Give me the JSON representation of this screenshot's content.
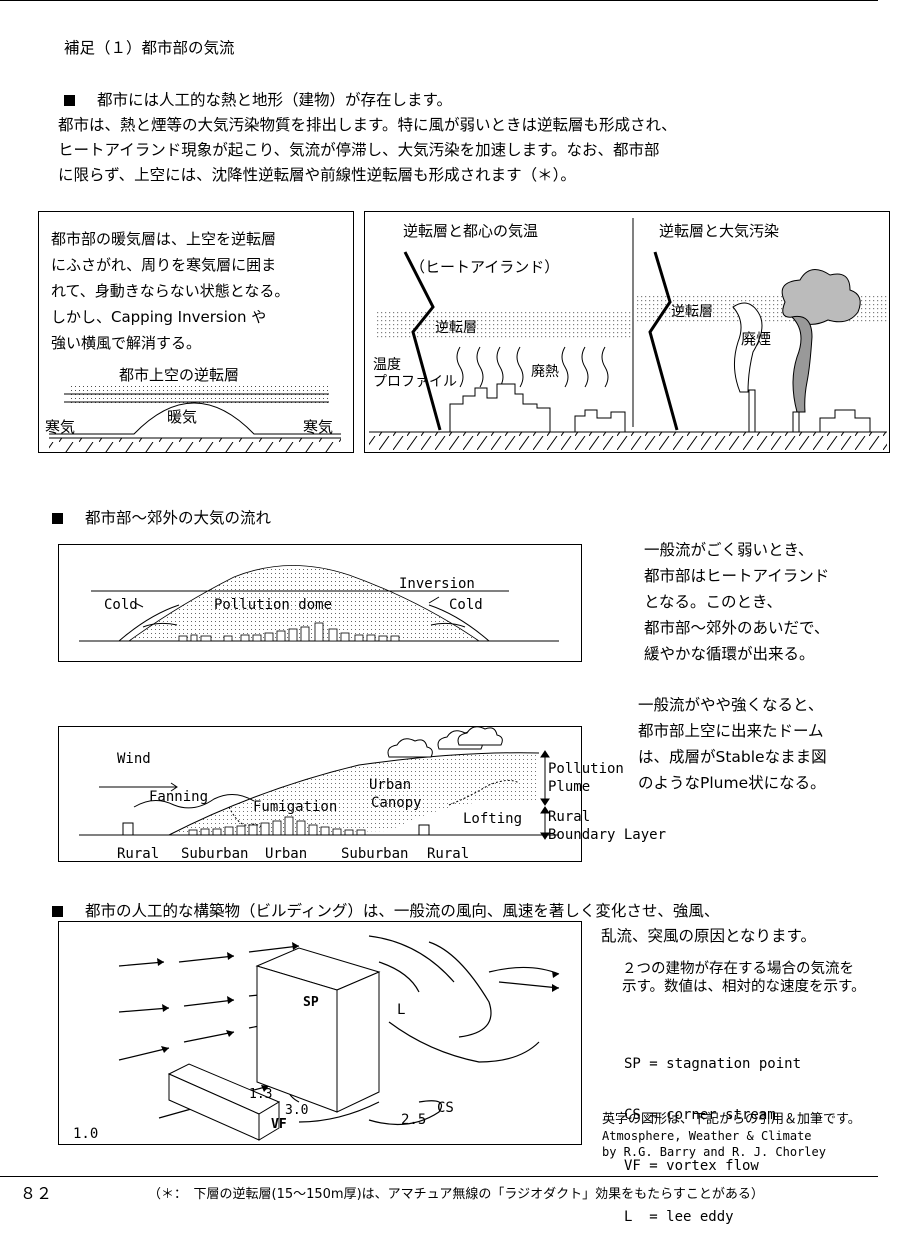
{
  "section_title": "補足（１）都市部の気流",
  "intro": {
    "heading": "都市には人工的な熱と地形（建物）が存在します。",
    "lines": [
      "都市は、熱と煙等の大気汚染物質を排出します。特に風が弱いときは逆転層も形成され、",
      "ヒートアイランド現象が起こり、気流が停滞し、大気汚染を加速します。なお、都市部",
      "に限らず、上空には、沈降性逆転層や前線性逆転層も形成されます（＊）。"
    ]
  },
  "box_left": {
    "lines": [
      "都市部の暖気層は、上空を逆転層",
      "にふさがれ、周りを寒気層に囲ま",
      "れて、身動きならない状態となる。",
      "しかし、Capping Inversion や",
      "強い横風で解消する。"
    ],
    "diagram": {
      "inversion_label": "都市上空の逆転層",
      "cold_left": "寒気",
      "warm": "暖気",
      "cold_right": "寒気"
    }
  },
  "box_right": {
    "left_title": "逆転層と都心の気温",
    "left_subtitle": "（ヒートアイランド）",
    "inversion_label_left": "逆転層",
    "temp_profile_line1": "温度",
    "temp_profile_line2": "プロファイル",
    "waste_heat": "廃熱",
    "right_title": "逆転層と大気汚染",
    "inversion_label_right": "逆転層",
    "smoke": "廃煙"
  },
  "section2": {
    "heading": "都市部～郊外の大気の流れ",
    "diagram1": {
      "inversion": "Inversion",
      "cold_left": "Cold",
      "dome": "Pollution dome",
      "cold_right": "Cold"
    },
    "side_text1": [
      "一般流がごく弱いとき、",
      "都市部はヒートアイランド",
      "となる。このとき、",
      "都市部～郊外のあいだで、",
      "緩やかな循環が出来る。"
    ],
    "side_text2": [
      "一般流がやや強くなると、",
      "都市部上空に出来たドーム",
      "は、成層がStableなまま図",
      "のようなPlume状になる。"
    ],
    "diagram2": {
      "wind": "Wind",
      "fanning": "Fanning",
      "fumigation": "Fumigation",
      "urban_canopy_1": "Urban",
      "urban_canopy_2": "Canopy",
      "lofting": "Lofting",
      "pollution_plume_1": "Pollution",
      "pollution_plume_2": "Plume",
      "rural_bl_1": "Rural",
      "rural_bl_2": "Boundary Layer",
      "bottom_labels": [
        "Rural",
        "Suburban",
        "Urban",
        "Suburban",
        "Rural"
      ]
    }
  },
  "section3": {
    "heading": "都市の人工的な構築物（ビルディング）は、一般流の風向、風速を著しく変化させ、強風、",
    "heading_line2": "乱流、突風の原因となります。",
    "desc_line1": "２つの建物が存在する場合の気流を",
    "desc_line2": "示す。数値は、相対的な速度を示す。",
    "legend": [
      "SP = stagnation point",
      "CS = corner stream",
      "VF = vortex flow",
      "L  = lee eddy"
    ],
    "diagram_labels": {
      "sp": "SP",
      "l": "L",
      "v13": "1.3",
      "v30": "3.0",
      "v25": "2.5",
      "cs": "CS",
      "v10": "1.0",
      "vf": "VF"
    },
    "credit": [
      "英字の図形は、下記からの引用＆加筆です。",
      "Atmosphere, Weather & Climate",
      "by R.G. Barry and R. J. Chorley"
    ]
  },
  "footer": {
    "page_number": "８２",
    "note": "（＊：　下層の逆転層(15～150m厚)は、アマチュア無線の「ラジオダクト」効果をもたらすことがある）"
  }
}
